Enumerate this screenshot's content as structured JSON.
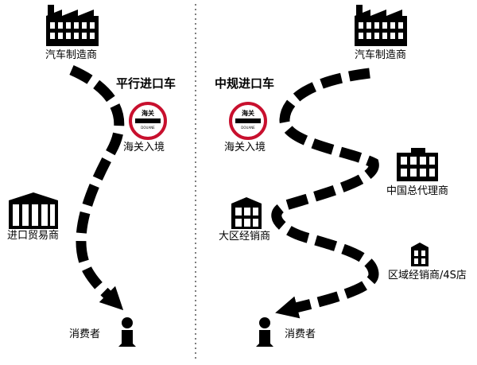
{
  "chart_data": {
    "type": "diagram",
    "left_panel": {
      "title": "平行进口车",
      "nodes": [
        "汽车制造商",
        "海关入境",
        "进口贸易商",
        "消费者"
      ]
    },
    "right_panel": {
      "title": "中规进口车",
      "nodes": [
        "汽车制造商",
        "海关入境",
        "中国总代理商",
        "大区经销商",
        "区域经销商/4S店",
        "消费者"
      ]
    },
    "customs_sign": {
      "top_text": "海关",
      "bottom_text": "DOUANE"
    }
  },
  "labels": {
    "left_manufacturer": "汽车制造商",
    "left_title": "平行进口车",
    "left_customs": "海关入境",
    "left_trader": "进口贸易商",
    "left_consumer": "消费者",
    "right_manufacturer": "汽车制造商",
    "right_title": "中规进口车",
    "right_customs": "海关入境",
    "right_agent": "中国总代理商",
    "right_regional": "大区经销商",
    "right_dealer": "区域经销商/4S店",
    "right_consumer": "消费者",
    "sign_top": "海关",
    "sign_bottom": "DOUANE"
  },
  "colors": {
    "ink": "#000000",
    "sign_red": "#c8102e",
    "divider": "#555555"
  }
}
